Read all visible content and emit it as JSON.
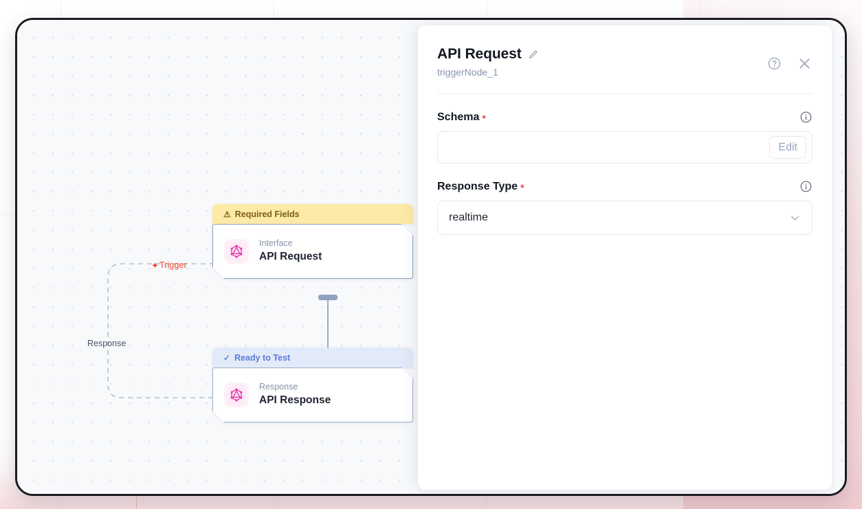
{
  "colors": {
    "warn_bg": "#fdeaa7",
    "warn_fg": "#7a5d15",
    "ready_bg": "#e2eaf9",
    "ready_fg": "#5b7cd6",
    "trigger_red": "#f2462f",
    "node_border": "#8fa2bd",
    "required_star": "#ef4444",
    "node_icon_pink": "#e535ab",
    "canvas_bg": "#f7f9fb",
    "panel_bg": "#ffffff",
    "frame_border": "#1b1b1f"
  },
  "canvas": {
    "edges": [
      {
        "id": "trigger-edge",
        "label": "Trigger",
        "icon": "lightning-bolt-icon",
        "style": "dashed"
      },
      {
        "id": "response-edge",
        "label": "Response",
        "style": "dashed"
      }
    ],
    "nodes": [
      {
        "id": "trigger-node",
        "status_label": "Required Fields",
        "status_icon": "warning-triangle-icon",
        "status_kind": "warn",
        "icon": "graphql-icon",
        "kind": "Interface",
        "title": "API Request"
      },
      {
        "id": "response-node",
        "status_label": "Ready to Test",
        "status_icon": "check-icon",
        "status_kind": "ready",
        "icon": "graphql-icon",
        "kind": "Response",
        "title": "API Response"
      }
    ]
  },
  "panel": {
    "title": "API Request",
    "edit_title_icon": "pencil-icon",
    "subtitle": "triggerNode_1",
    "actions": [
      {
        "name": "help-button",
        "icon": "question-circle-icon"
      },
      {
        "name": "close-button",
        "icon": "close-icon"
      }
    ],
    "fields": [
      {
        "label": "Schema",
        "required_marker": "*",
        "info_icon": "info-circle-icon",
        "type": "text-with-button",
        "value": "",
        "placeholder": "",
        "button_label": "Edit"
      },
      {
        "label": "Response Type",
        "required_marker": "*",
        "info_icon": "info-circle-icon",
        "type": "select",
        "value": "realtime",
        "chevron_icon": "chevron-down-icon"
      }
    ]
  }
}
